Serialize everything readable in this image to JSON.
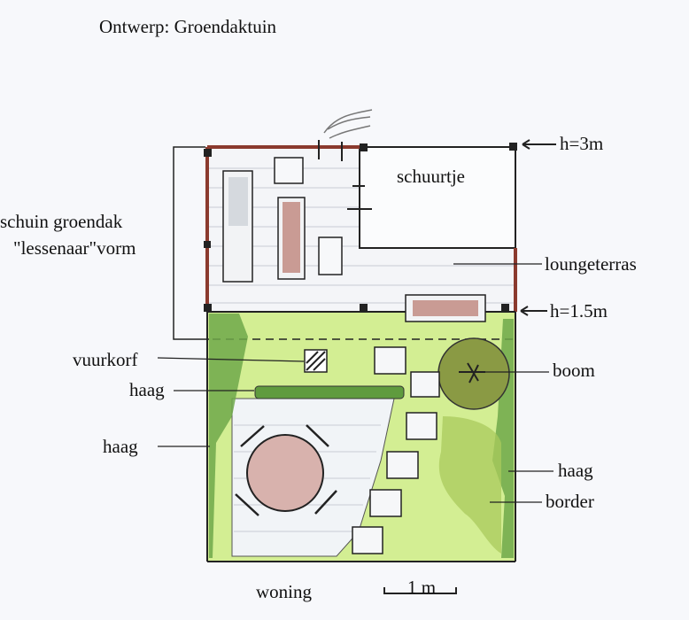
{
  "title": "Ontwerp: Groendaktuin",
  "labels": {
    "groendak_line1": "schuin groendak",
    "groendak_line2": "\"lessenaar\"vorm",
    "schuurtje": "schuurtje",
    "h_3m": "h=3m",
    "loungeterras": "loungeterras",
    "h_1_5m": "h=1.5m",
    "vuurkorf": "vuurkorf",
    "haag_1": "haag",
    "haag_2": "haag",
    "boom": "boom",
    "haag_3": "haag",
    "border": "border",
    "woning": "woning",
    "scale": "1 m"
  },
  "colors": {
    "wall": "#8b3a2e",
    "lawn": "#c9ea7a",
    "hedge": "#6fa84a",
    "tree": "#8a9a44",
    "circle": "#d8b2ad",
    "outline": "#222222"
  }
}
